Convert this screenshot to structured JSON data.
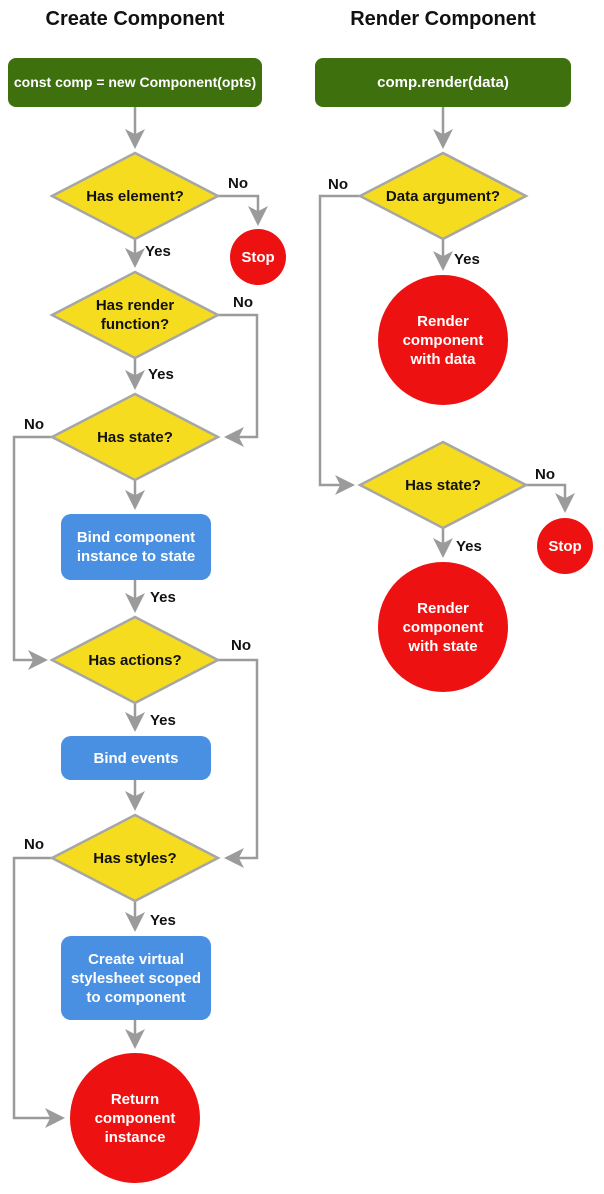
{
  "labels": {
    "yes": "Yes",
    "no": "No"
  },
  "colors": {
    "green": "#3E700E",
    "yellow": "#F5DC1E",
    "blue": "#4A90E2",
    "red": "#EE1111",
    "line": "#9B9B9B",
    "diamond_border": "#A6A6A6",
    "label_text": "#111111",
    "node_text_light": "#FFFFFF"
  },
  "create_flow": {
    "title": "Create Component",
    "start": "const comp = new Component(opts)",
    "has_element": "Has element?",
    "stop": "Stop",
    "has_render_function": "Has render\nfunction?",
    "has_state": "Has state?",
    "bind_component_instance": "Bind component\ninstance to state",
    "has_actions": "Has actions?",
    "bind_events": "Bind events",
    "has_styles": "Has styles?",
    "create_stylesheet": "Create virtual\nstylesheet scoped\nto component",
    "return_instance": "Return\ncomponent\ninstance"
  },
  "render_flow": {
    "title": "Render Component",
    "start": "comp.render(data)",
    "data_argument": "Data argument?",
    "render_with_data": "Render\ncomponent\nwith data",
    "has_state": "Has state?",
    "stop": "Stop",
    "render_with_state": "Render\ncomponent\nwith state"
  }
}
